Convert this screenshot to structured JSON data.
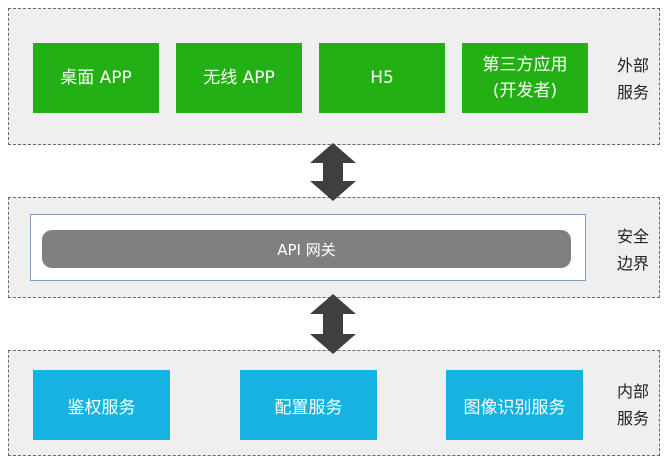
{
  "external_layer": {
    "label_lines": [
      "外部",
      "服务"
    ],
    "clients": [
      {
        "lines": [
          "桌面 APP"
        ]
      },
      {
        "lines": [
          "无线 APP"
        ]
      },
      {
        "lines": [
          "H5"
        ]
      },
      {
        "lines": [
          "第三方应用",
          "(开发者)"
        ]
      }
    ]
  },
  "security_layer": {
    "label_lines": [
      "安全",
      "边界"
    ],
    "gateway_label": "API 网关"
  },
  "internal_layer": {
    "label_lines": [
      "内部",
      "服务"
    ],
    "services": [
      {
        "label": "鉴权服务"
      },
      {
        "label": "配置服务"
      },
      {
        "label": "图像识别服务"
      }
    ]
  },
  "colors": {
    "client_box": "#23b014",
    "service_box": "#16b3e1",
    "gateway_bar": "#808080",
    "layer_bg": "#efefef",
    "arrow": "#3f3f3f"
  },
  "icons": {
    "connector": "double-headed-vertical-arrow"
  }
}
